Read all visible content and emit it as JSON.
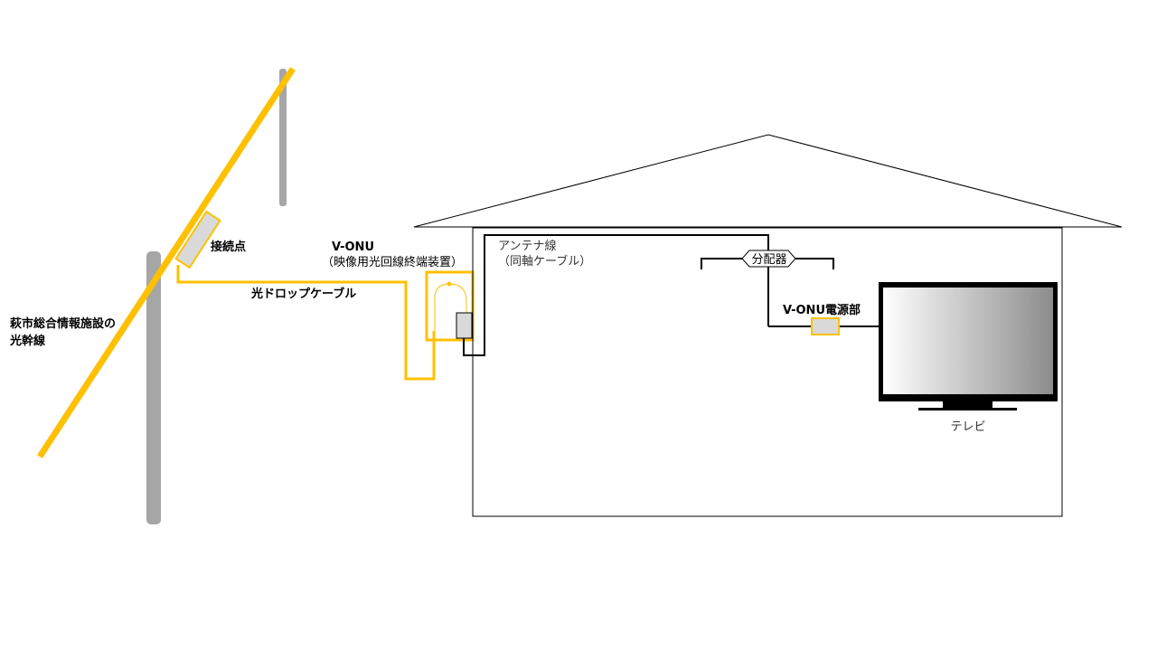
{
  "colors": {
    "fiber": "#FFC000",
    "pole": "#A6A6A6",
    "device_fill": "#D9D9D9",
    "line": "#000000",
    "tv_bezel": "#000000"
  },
  "labels": {
    "trunk_line_1": "萩市総合情報施設の",
    "trunk_line_2": "光幹線",
    "splice_point": "接続点",
    "drop_cable": "光ドロップケーブル",
    "vonu_title": "V-ONU",
    "vonu_desc": "（映像用光回線終端装置）",
    "antenna_line_1": "アンテナ線",
    "antenna_line_2": "（同軸ケーブル）",
    "splitter": "分配器",
    "vonu_power": "V-ONU電源部",
    "tv": "テレビ"
  }
}
